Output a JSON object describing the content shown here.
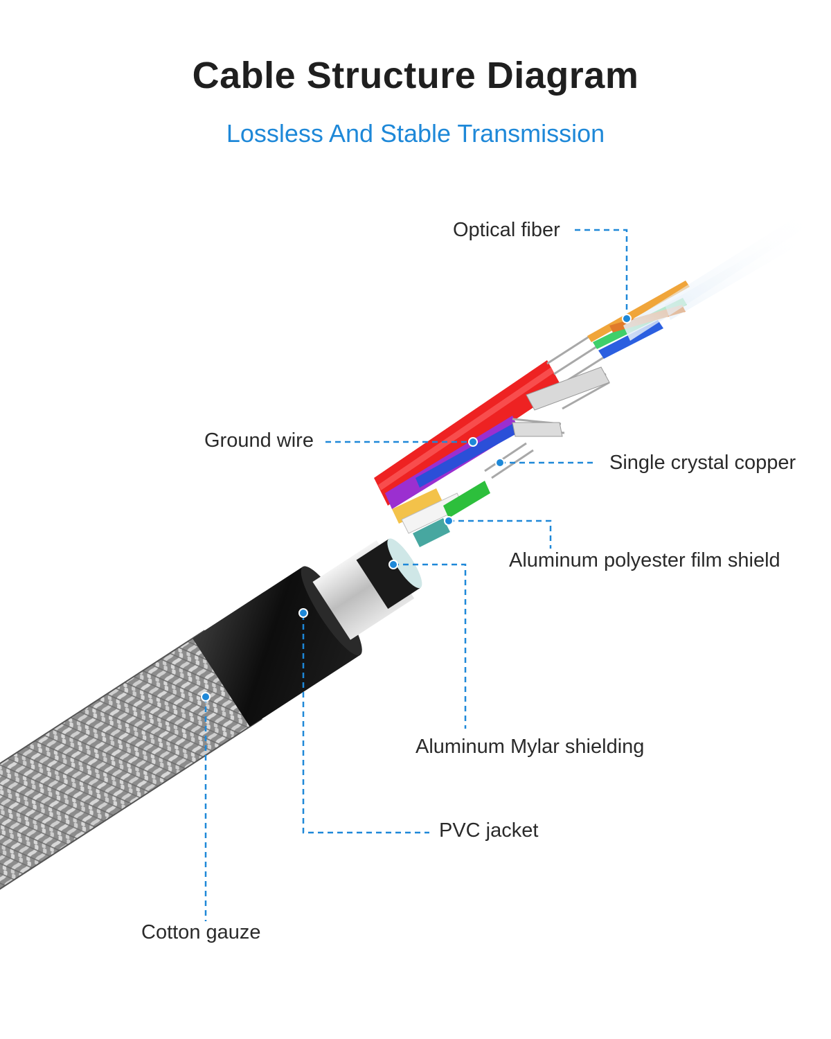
{
  "title": "Cable Structure Diagram",
  "subtitle": "Lossless And Stable Transmission",
  "colors": {
    "accent": "#1e88d8",
    "leader_line": "#1e88d8",
    "jacket": "#111111",
    "braid": "#9a9a9a"
  },
  "labels": {
    "optical_fiber": "Optical fiber",
    "ground_wire": "Ground wire",
    "single_crystal_copper": "Single crystal copper",
    "aluminum_polyester_film_shield": "Aluminum polyester film shield",
    "aluminum_mylar_shielding": "Aluminum Mylar shielding",
    "pvc_jacket": "PVC jacket",
    "cotton_gauze": "Cotton gauze"
  }
}
